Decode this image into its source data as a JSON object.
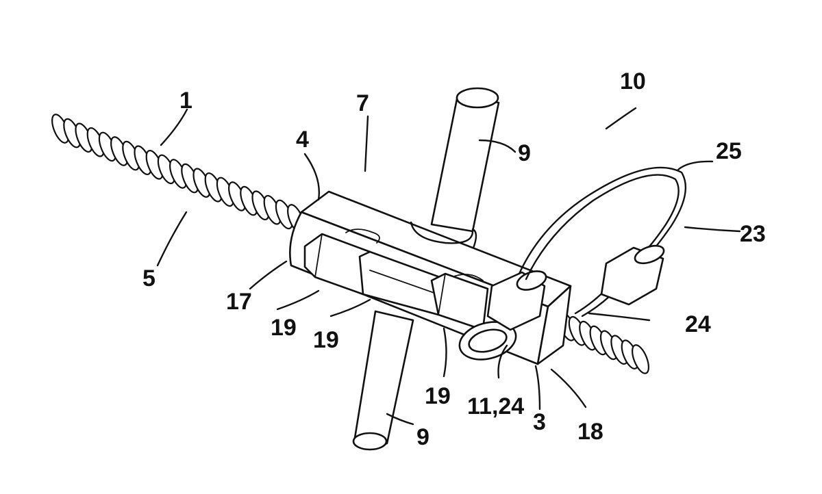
{
  "figure": {
    "labels": {
      "l1": "1",
      "l3": "3",
      "l4": "4",
      "l5": "5",
      "l7": "7",
      "l9_top": "9",
      "l9_bottom": "9",
      "l10": "10",
      "l11_24": "11,24",
      "l17": "17",
      "l18": "18",
      "l19_a": "19",
      "l19_b": "19",
      "l19_c": "19",
      "l23": "23",
      "l24": "24",
      "l25": "25"
    },
    "colors": {
      "ink": "#111111",
      "paper": "#ffffff"
    }
  }
}
